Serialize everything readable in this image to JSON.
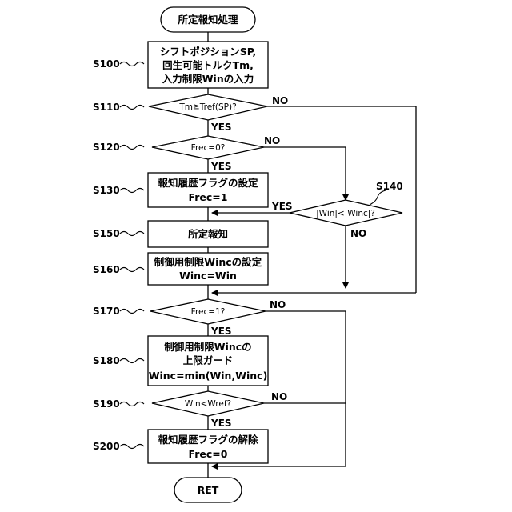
{
  "start": "所定報知処理",
  "end": "RET",
  "steps": {
    "s100": {
      "label": "S100",
      "lines": [
        "シフトポジションSP,",
        "回生可能トルクTm,",
        "入力制限Winの入力"
      ]
    },
    "s110": {
      "label": "S110",
      "text": "Tm≧Tref(SP)?",
      "no": "NO",
      "yes": "YES"
    },
    "s120": {
      "label": "S120",
      "text": "Frec=0?",
      "no": "NO",
      "yes": "YES"
    },
    "s130": {
      "label": "S130",
      "lines": [
        "報知履歴フラグの設定",
        "Frec=1"
      ]
    },
    "s140": {
      "label": "S140",
      "text": "|Win|<|Winc|?",
      "yes": "YES",
      "no": "NO"
    },
    "s150": {
      "label": "S150",
      "lines": [
        "所定報知"
      ]
    },
    "s160": {
      "label": "S160",
      "lines": [
        "制御用制限Wincの設定",
        "Winc=Win"
      ]
    },
    "s170": {
      "label": "S170",
      "text": "Frec=1?",
      "no": "NO",
      "yes": "YES"
    },
    "s180": {
      "label": "S180",
      "lines": [
        "制御用制限Wincの",
        "上限ガード",
        "Winc=min(Win,Winc)"
      ]
    },
    "s190": {
      "label": "S190",
      "text": "Win<Wref?",
      "no": "NO",
      "yes": "YES"
    },
    "s200": {
      "label": "S200",
      "lines": [
        "報知履歴フラグの解除",
        "Frec=0"
      ]
    }
  }
}
